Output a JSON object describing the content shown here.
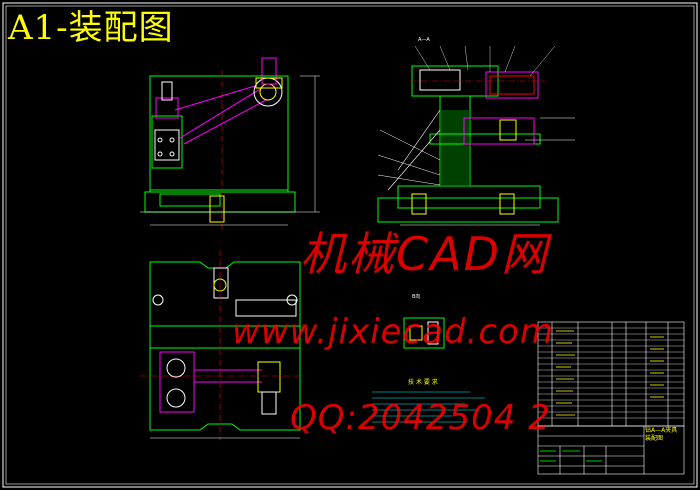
{
  "drawing_title": "A1-装配图",
  "watermarks": {
    "line1": "机械CAD网",
    "line2": "www.jixiecad.com",
    "line3": "QQ:2042504 2"
  },
  "view_label_b": "B向",
  "section_label_a": "A—A",
  "tech_requirements_title": "技 术 要 求",
  "title_block": {
    "name": "钻A—A夹具\n装配图"
  },
  "colors": {
    "background": "#000000",
    "outline": "#ffffff",
    "title": "#ffff00",
    "watermark": "#ff0000",
    "part_green": "#00ff00",
    "part_magenta": "#ff00ff",
    "dimension_cyan": "#00ffff"
  }
}
